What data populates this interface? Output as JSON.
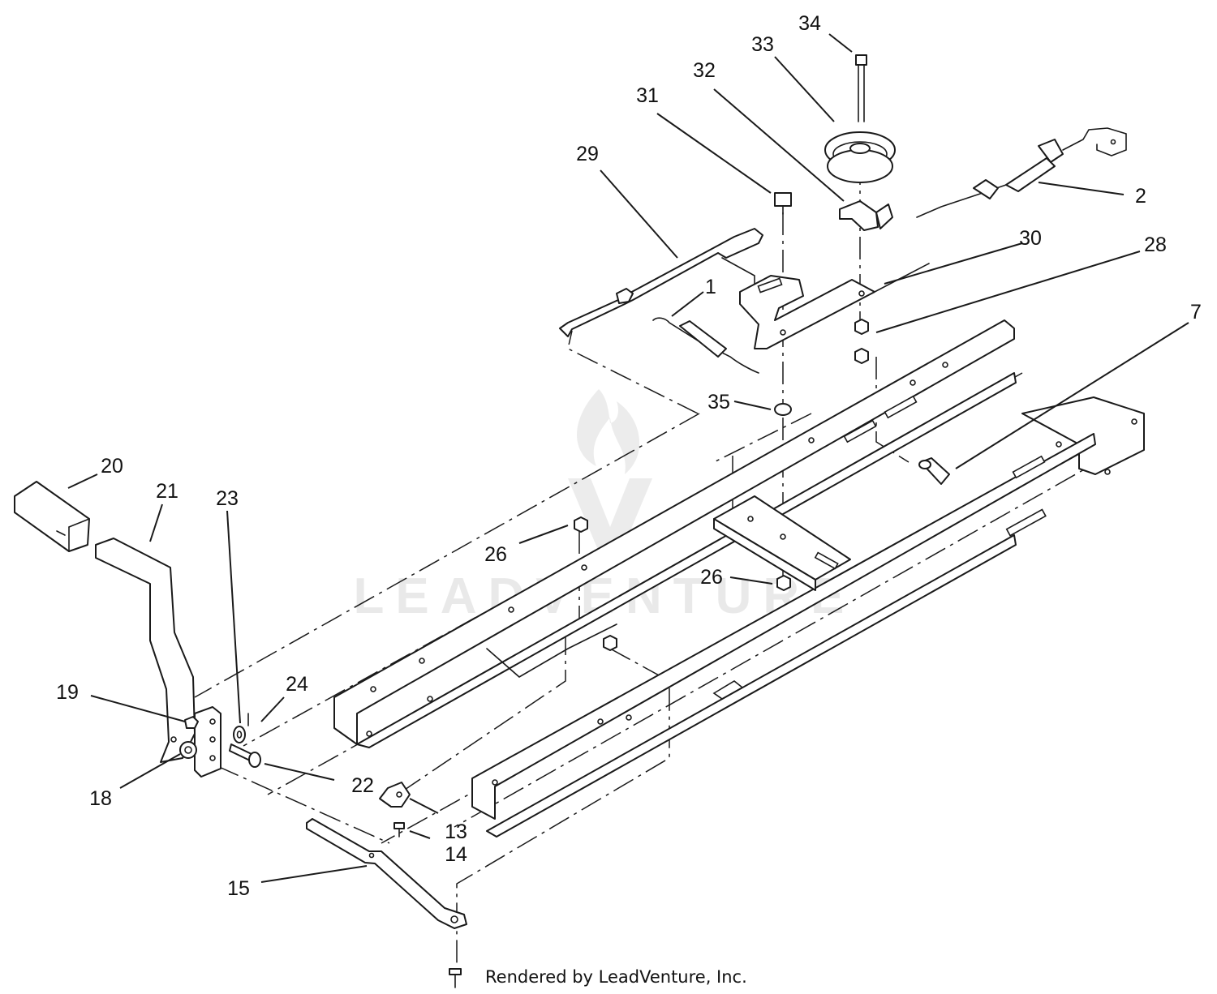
{
  "diagram": {
    "callouts": [
      {
        "id": "c34",
        "label": "34"
      },
      {
        "id": "c33",
        "label": "33"
      },
      {
        "id": "c32",
        "label": "32"
      },
      {
        "id": "c31",
        "label": "31"
      },
      {
        "id": "c29",
        "label": "29"
      },
      {
        "id": "c2",
        "label": "2"
      },
      {
        "id": "c30",
        "label": "30"
      },
      {
        "id": "c28",
        "label": "28"
      },
      {
        "id": "c1",
        "label": "1"
      },
      {
        "id": "c7",
        "label": "7"
      },
      {
        "id": "c35",
        "label": "35"
      },
      {
        "id": "c20",
        "label": "20"
      },
      {
        "id": "c21",
        "label": "21"
      },
      {
        "id": "c23",
        "label": "23"
      },
      {
        "id": "c26a",
        "label": "26"
      },
      {
        "id": "c26b",
        "label": "26"
      },
      {
        "id": "c24",
        "label": "24"
      },
      {
        "id": "c19",
        "label": "19"
      },
      {
        "id": "c18",
        "label": "18"
      },
      {
        "id": "c22",
        "label": "22"
      },
      {
        "id": "c13",
        "label": "13"
      },
      {
        "id": "c14",
        "label": "14"
      },
      {
        "id": "c15",
        "label": "15"
      }
    ],
    "watermark": "LEADVENTURE",
    "credit": "Rendered by LeadVenture, Inc."
  }
}
